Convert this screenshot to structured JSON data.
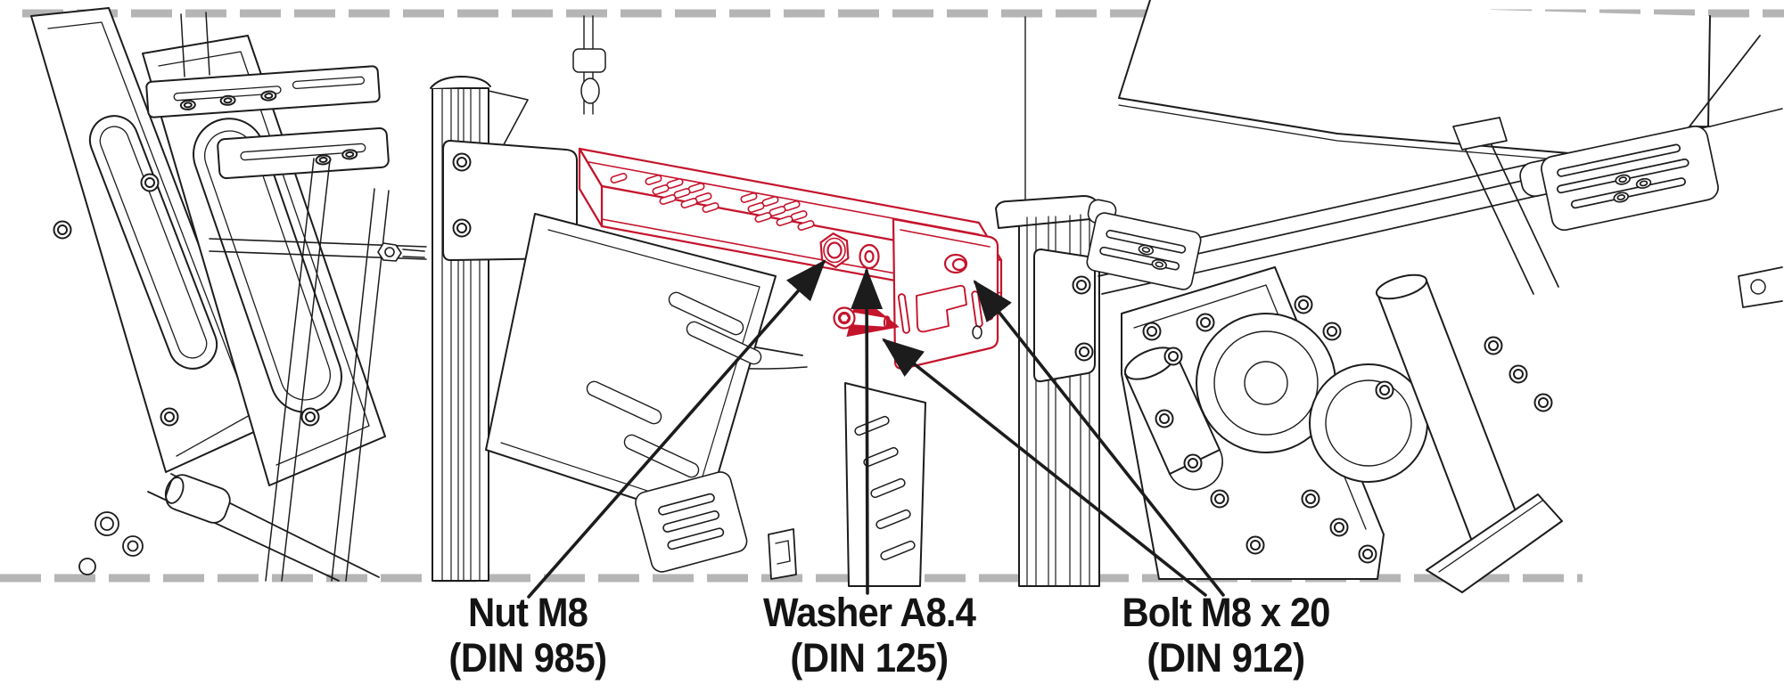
{
  "figure": {
    "description": "Exploded assembly instruction drawing with highlighted bracket and fastener callouts",
    "highlight_color": "#c4142c",
    "line_color": "#1c1c1c",
    "border_dash_color": "#b5b5b5",
    "background_color": "#ffffff"
  },
  "callouts": [
    {
      "id": "nut",
      "name": "Nut M8",
      "spec": "(DIN 985)"
    },
    {
      "id": "washer",
      "name": "Washer A8.4",
      "spec": "(DIN 125)"
    },
    {
      "id": "bolt",
      "name": "Bolt M8 x 20",
      "spec": "(DIN 912)"
    }
  ]
}
